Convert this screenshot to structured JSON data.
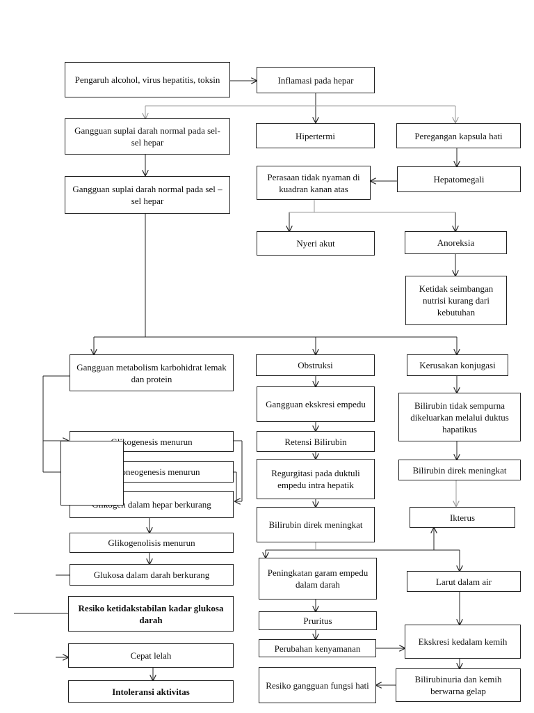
{
  "nodes": {
    "pengaruh": "Pengaruh alcohol, virus hepatitis, toksin",
    "inflamasi": "Inflamasi pada hepar",
    "gangguan_suplai_1": "Gangguan suplai darah normal pada sel- sel hepar",
    "hipertermi": "Hipertermi",
    "peregangan": "Peregangan kapsula hati",
    "gangguan_suplai_2": "Gangguan suplai darah normal pada sel – sel hepar",
    "perasaan": "Perasaan tidak nyaman di kuadran kanan atas",
    "hepatomegali": "Hepatomegali",
    "nyeri": "Nyeri akut",
    "anoreksia": "Anoreksia",
    "ketidak": "Ketidak seimbangan nutrisi kurang dari kebutuhan",
    "gangguan_metabolisme": "Gangguan metabolism karbohidrat lemak dan protein",
    "obstruksi": "Obstruksi",
    "kerusakan": "Kerusakan konjugasi",
    "gangguan_ekskresi": "Gangguan ekskresi empedu",
    "bilirubin_tidak": "Bilirubin tidak sempurna dikeluarkan melalui duktus hapatikus",
    "glikogenesis": "Glikogenesis menurun",
    "retensi": "Retensi Bilirubin",
    "glukoneogenesis": "Glukoneogenesis menurun",
    "regurgitasi": "Regurgitasi pada duktuli empedu intra hepatik",
    "bilirubin_direk_1": "Bilirubin direk meningkat",
    "glikogen": "Glikogen dalam hepar berkurang",
    "bilirubin_direk_2": "Bilirubin direk meningkat",
    "ikterus": "Ikterus",
    "glikogenolisis": "Glikogenolisis menurun",
    "peningkatan": "Peningkatan garam empedu dalam darah",
    "glukosa": "Glukosa dalam darah berkurang",
    "larut": "Larut dalam air",
    "resiko_glukosa": "Resiko ketidakstabilan kadar glukosa darah",
    "pruritus": "Pruritus",
    "ekskresi_kemih": "Ekskresi kedalam kemih",
    "perubahan": "Perubahan kenyamanan",
    "cepat_lelah": "Cepat lelah",
    "resiko_hati": "Resiko gangguan fungsi hati",
    "bilirubinuria": "Bilirubinuria dan kemih berwarna gelap",
    "intoleransi": "Intoleransi aktivitas"
  },
  "colors": {
    "line": "#222222",
    "line_light": "#999999"
  }
}
